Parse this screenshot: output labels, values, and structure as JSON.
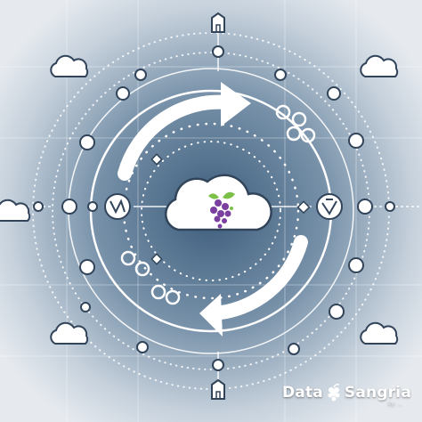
{
  "brand": {
    "name_left": "Data",
    "name_right": "Sangria",
    "tagline": "by ...",
    "logo_icon": "grape-icon"
  },
  "colors": {
    "center": "#3f5f7d",
    "outer": "#e4e8ed",
    "line": "#ffffff",
    "accent_purple": "#7b3fa0",
    "accent_green": "#7cc04a"
  },
  "icons": {
    "center": "cloud-grape-icon",
    "clouds": "cloud-icon",
    "nodes": "house-node-icon",
    "arrows": "cycle-arrow-icon"
  }
}
